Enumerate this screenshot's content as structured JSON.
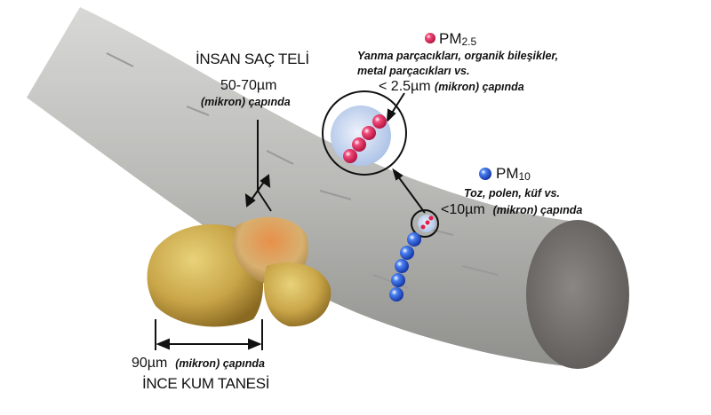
{
  "hair": {
    "title": "İNSAN SAÇ TELİ",
    "size": "50-70µm",
    "size_note": "(mikron) çapında"
  },
  "pm25": {
    "label": "PM",
    "sub": "2.5",
    "desc_line1": "Yanma parçacıkları, organik bileşikler,",
    "desc_line2": "metal parçacıkları  vs.",
    "size": "< 2.5µm",
    "size_note": "(mikron) çapında",
    "color": "#e0204a"
  },
  "pm10": {
    "label": "PM",
    "sub": "10",
    "desc": "Toz, polen, küf  vs.",
    "size": "<10µm",
    "size_note": "(mikron) çapında",
    "color": "#2a5fe0"
  },
  "sand": {
    "size": "90µm",
    "size_note": "(mikron) çapında",
    "title": "İNCE KUM TANESİ"
  }
}
